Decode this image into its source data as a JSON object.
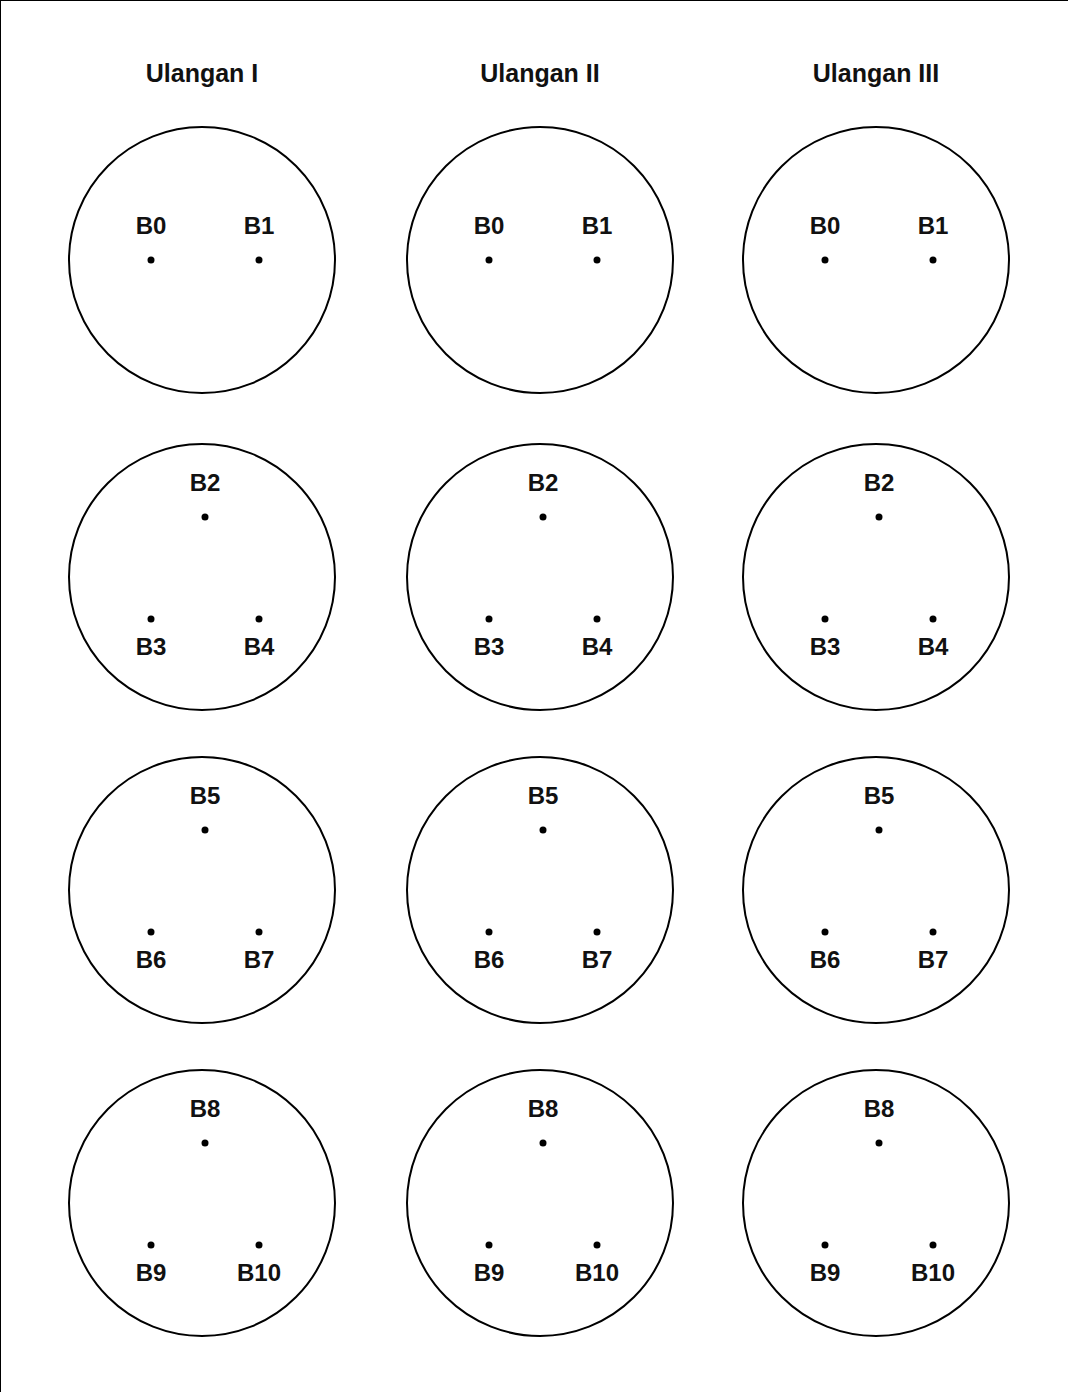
{
  "diagram": {
    "nodes": [
      {
        "text": [
          "B0",
          "B1"
        ]
      },
      {
        "text": [
          "B0",
          "B1"
        ]
      },
      {
        "text": [
          "B0",
          "B1"
        ]
      },
      {
        "text": [
          "B2",
          "B3",
          "B4"
        ]
      },
      {
        "text": [
          "B2",
          "B3",
          "B4"
        ]
      },
      {
        "text": [
          "B2",
          "B3",
          "B4"
        ]
      },
      {
        "text": [
          "B5",
          "B6",
          "B7"
        ]
      },
      {
        "text": [
          "B5",
          "B6",
          "B7"
        ]
      },
      {
        "text": [
          "B5",
          "B6",
          "B7"
        ]
      },
      {
        "text": [
          "B8",
          "B9",
          "B10"
        ]
      },
      {
        "text": [
          "B8",
          "B9",
          "B10"
        ]
      },
      {
        "text": [
          "B8",
          "B9",
          "B10"
        ]
      }
    ],
    "labels": [
      "Ulangan I",
      "Ulangan II",
      "Ulangan III"
    ]
  }
}
